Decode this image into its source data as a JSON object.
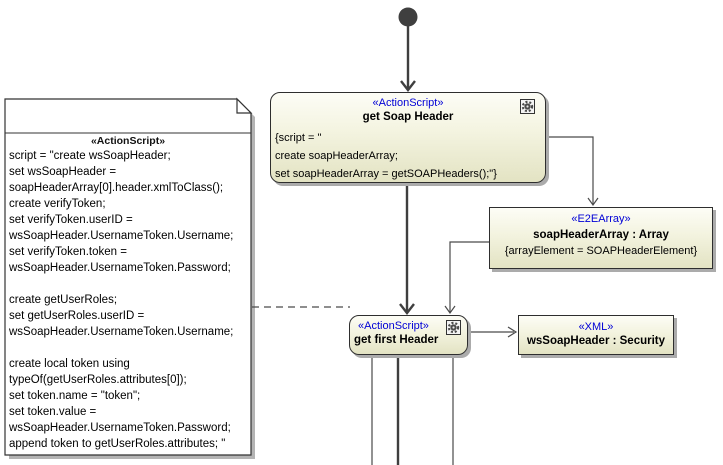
{
  "colors": {
    "stereotype_blue": "#0000d6",
    "element_fill_top": "#fdfdf6",
    "element_fill_bottom": "#e3e3c3",
    "element_border": "#2e2e2e",
    "control_flow": "#3f3f3f",
    "object_flow": "#4a4a4a",
    "shadow": "#ababab",
    "note_fill": "#ffffff"
  },
  "note": {
    "header": "«ActionScript»",
    "body": "script = \"create wsSoapHeader;\nset wsSoapHeader =\nsoapHeaderArray[0].header.xmlToClass();\ncreate verifyToken;\nset verifyToken.userID =\nwsSoapHeader.UsernameToken.Username;\nset verifyToken.token =\nwsSoapHeader.UsernameToken.Password;\n\ncreate getUserRoles;\nset getUserRoles.userID =\nwsSoapHeader.UsernameToken.Username;\n\ncreate local token using\ntypeOf(getUserRoles.attributes[0]);\nset token.name = \"token\";\nset token.value =\nwsSoapHeader.UsernameToken.Password;\nappend token to getUserRoles.attributes; \""
  },
  "get_soap_header": {
    "stereotype": "«ActionScript»",
    "name": "get Soap Header",
    "body": "{script = \"\ncreate soapHeaderArray;\nset soapHeaderArray = getSOAPHeaders();\"}"
  },
  "soap_header_array": {
    "stereotype": "«E2EArray»",
    "name": "soapHeaderArray : Array",
    "tag": "{arrayElement = SOAPHeaderElement}"
  },
  "get_first_header": {
    "stereotype": "«ActionScript»",
    "name": "get first Header"
  },
  "ws_soap_header": {
    "stereotype": "«XML»",
    "name": "wsSoapHeader : Security"
  }
}
